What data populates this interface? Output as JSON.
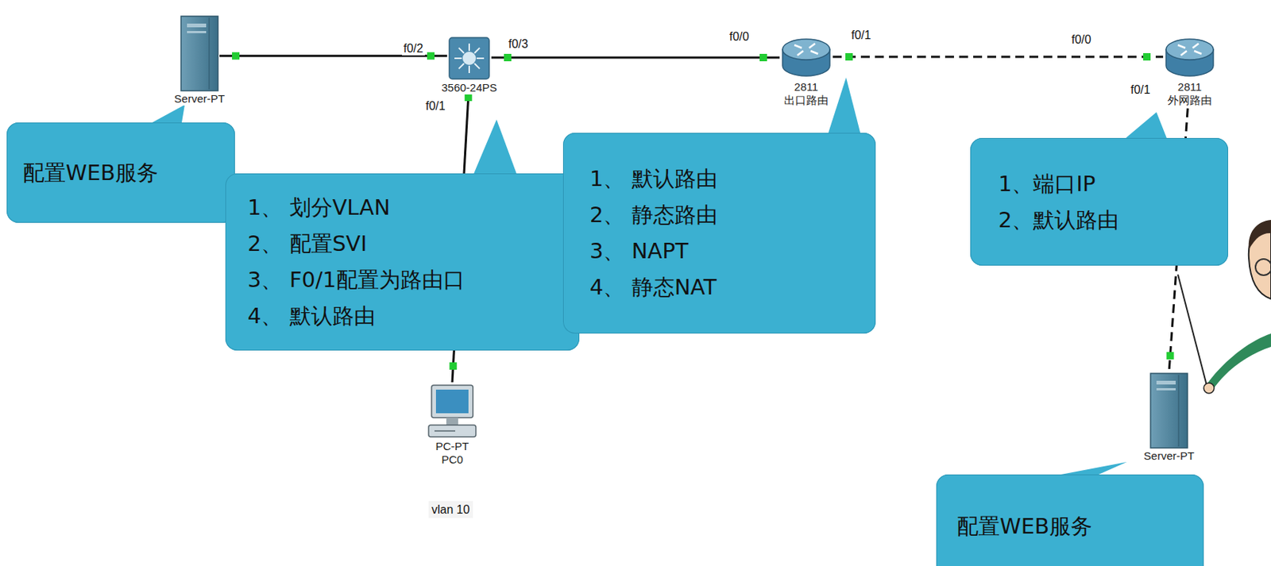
{
  "diagram": {
    "nodes": [
      {
        "text": [
          "Server-PT"
        ]
      },
      {
        "text": [
          "3560-24PS"
        ]
      },
      {
        "text": [
          "2811",
          "出口路由"
        ]
      },
      {
        "text": [
          "2811",
          "外网路由"
        ]
      },
      {
        "text": [
          "PC-PT",
          "PC0"
        ]
      },
      {
        "text": [
          "Server-PT"
        ]
      },
      {
        "text": [
          "配置WEB服务"
        ]
      },
      {
        "text": [
          "1、 划分VLAN",
          "2、 配置SVI",
          "3、 F0/1配置为路由口",
          "4、 默认路由"
        ]
      },
      {
        "text": [
          "1、 默认路由",
          "2、 静态路由",
          "3、 NAPT",
          "4、 静态NAT"
        ]
      },
      {
        "text": [
          "1、端口IP",
          "2、默认路由"
        ]
      },
      {
        "text": [
          "配置WEB服务"
        ]
      }
    ],
    "edges": [
      {
        "from": 0,
        "to": 1,
        "arrow": "none"
      },
      {
        "from": 1,
        "to": 2,
        "arrow": "none"
      },
      {
        "from": 2,
        "to": 3,
        "arrow": "none"
      },
      {
        "from": 3,
        "to": 5,
        "arrow": "none"
      },
      {
        "from": 1,
        "to": 4,
        "arrow": "none"
      }
    ],
    "labels": [
      "f0/2",
      "f0/3",
      "f0/0",
      "f0/1",
      "f0/0",
      "f0/1",
      "f0/1",
      "vlan 10"
    ]
  }
}
